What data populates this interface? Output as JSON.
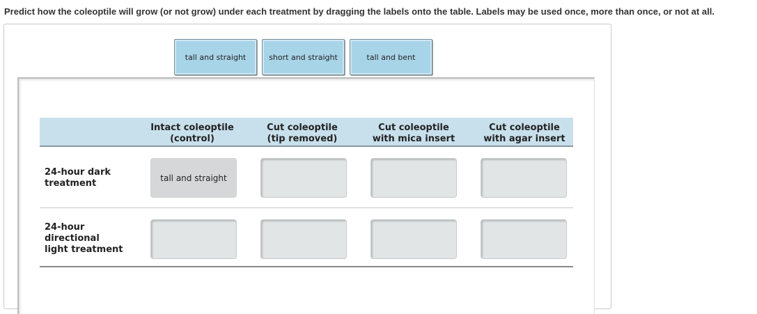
{
  "instructions": "Predict how the coleoptile will grow (or not grow) under each treatment by dragging the labels onto the table. Labels may be used once, more than once, or not at all.",
  "labels": [
    "tall and straight",
    "short and straight",
    "tall and bent"
  ],
  "columns": [
    "Intact coleoptile\n(control)",
    "Cut coleoptile\n(tip removed)",
    "Cut coleoptile\nwith mica insert",
    "Cut coleoptile\nwith agar insert"
  ],
  "rows": [
    {
      "label": "24-hour dark\ntreatment",
      "cells": [
        "tall and straight",
        "",
        "",
        ""
      ]
    },
    {
      "label": "24-hour\ndirectional\nlight treatment",
      "cells": [
        "",
        "",
        "",
        ""
      ]
    }
  ]
}
